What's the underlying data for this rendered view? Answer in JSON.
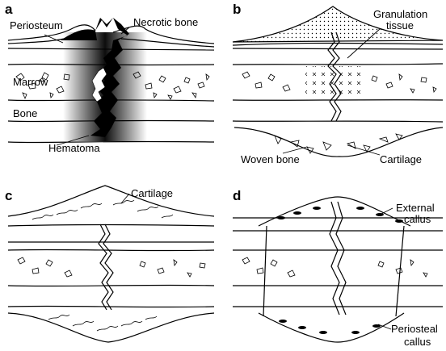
{
  "panels": [
    {
      "letter": "a",
      "labels": {
        "periosteum": "Periosteum",
        "necrotic_bone": "Necrotic bone",
        "marrow": "Marrow",
        "bone": "Bone",
        "hematoma": "Hematoma"
      }
    },
    {
      "letter": "b",
      "labels": {
        "granulation_1": "Granulation",
        "granulation_2": "tissue",
        "woven_bone": "Woven bone",
        "cartilage": "Cartilage"
      }
    },
    {
      "letter": "c",
      "labels": {
        "cartilage": "Cartilage"
      }
    },
    {
      "letter": "d",
      "labels": {
        "external_1": "External",
        "external_2": "callus",
        "periosteal_1": "Periosteal",
        "periosteal_2": "callus"
      }
    }
  ]
}
